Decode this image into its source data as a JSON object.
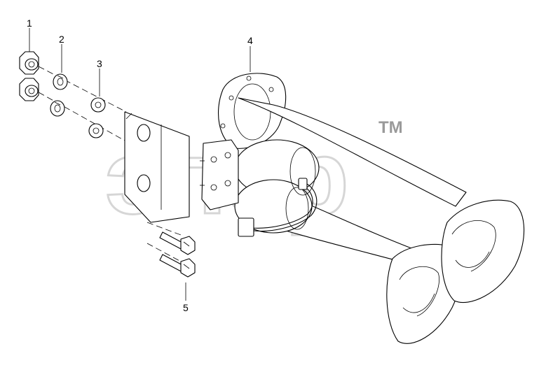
{
  "callouts": {
    "c1": "1",
    "c2": "2",
    "c3": "3",
    "c4": "4",
    "c5": "5"
  },
  "watermark": {
    "text": "эпэр",
    "tm": "TM"
  },
  "colors": {
    "line": "#000000",
    "watermark": "#d6d6d6",
    "background": "#ffffff"
  }
}
